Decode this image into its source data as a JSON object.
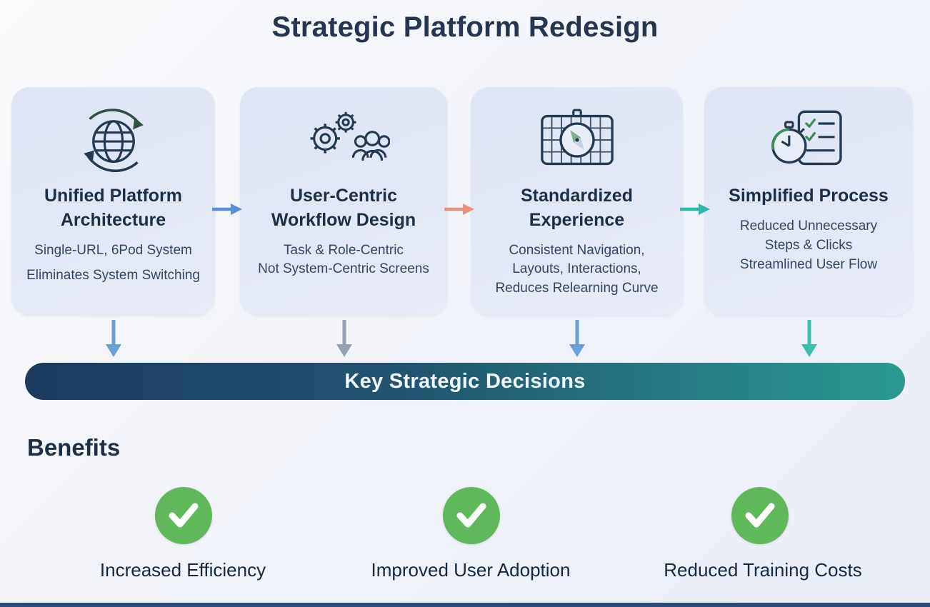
{
  "title": "Strategic Platform Redesign",
  "cards": [
    {
      "icon": "globe-sync-icon",
      "title": "Unified Platform Architecture",
      "lines": [
        "Single-URL, 6Pod System",
        "Eliminates System Switching"
      ]
    },
    {
      "icon": "gears-people-icon",
      "title": "User-Centric Workflow Design",
      "lines": [
        "Task & Role-Centric",
        "Not System-Centric Screens"
      ]
    },
    {
      "icon": "compass-grid-icon",
      "title": "Standardized Experience",
      "lines": [
        "Consistent Navigation,",
        "Layouts, Interactions,",
        "Reduces Relearning Curve"
      ]
    },
    {
      "icon": "stopwatch-checklist-icon",
      "title": "Simplified Process",
      "lines": [
        "Reduced Unnecessary",
        "Steps & Clicks",
        "Streamlined User Flow"
      ]
    }
  ],
  "banner": {
    "label": "Key Strategic Decisions"
  },
  "benefits": {
    "heading": "Benefits",
    "items": [
      {
        "label": "Increased Efficiency"
      },
      {
        "label": "Improved User Adoption"
      },
      {
        "label": "Reduced Training Costs"
      }
    ]
  },
  "colors": {
    "title_navy": "#263650",
    "card_background": "#e2e8f5",
    "arrow_blue": "#5b8fd9",
    "arrow_salmon": "#e6957c",
    "arrow_teal": "#2cb9a9",
    "down_arrow_gray": "#98a0b3",
    "banner_gradient_start": "#1d3a5f",
    "banner_gradient_end": "#2a9a90",
    "check_green": "#5fb95a",
    "bottom_bar_navy": "#2b4d7c"
  }
}
